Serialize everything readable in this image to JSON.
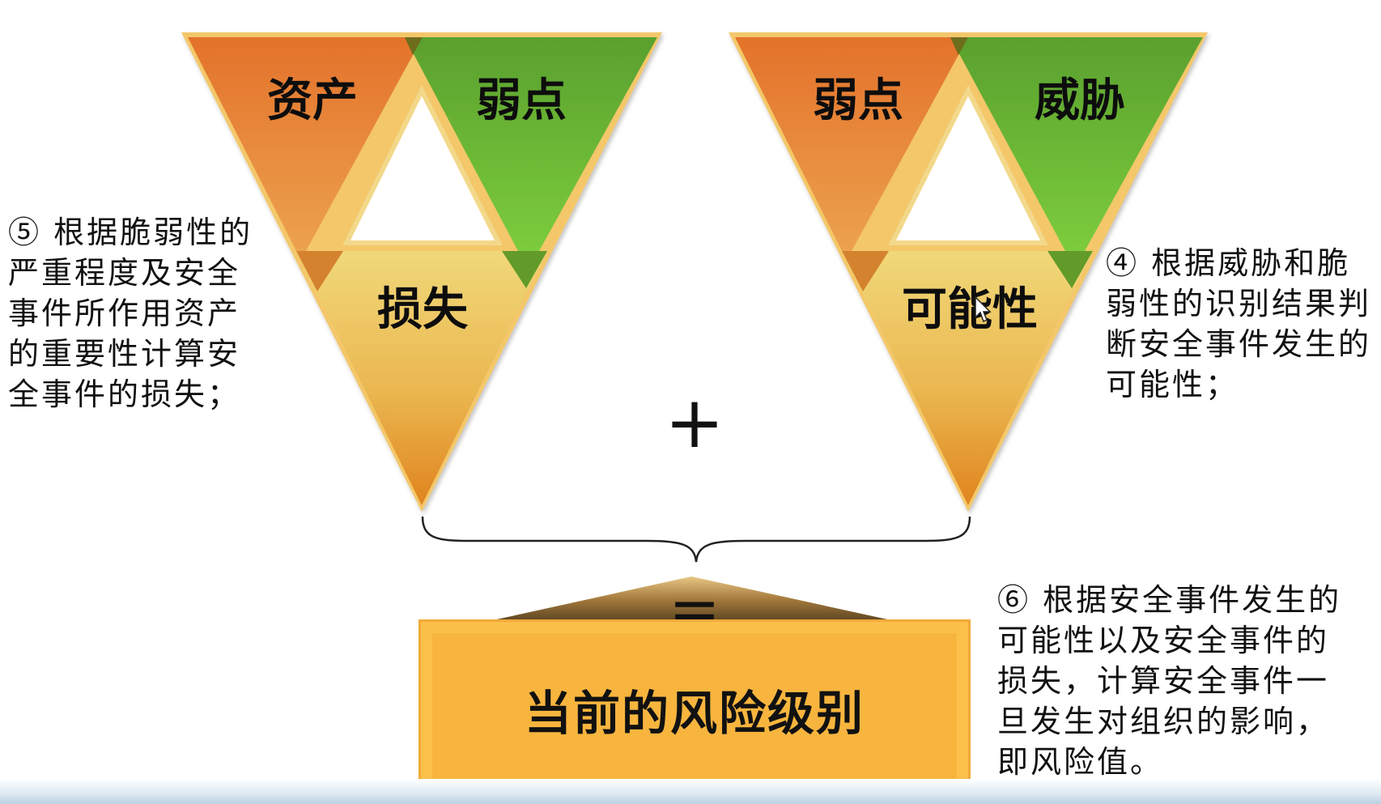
{
  "left_triangle": {
    "top_left_label": "资产",
    "top_right_label": "弱点",
    "bottom_label": "损失"
  },
  "right_triangle": {
    "top_left_label": "弱点",
    "top_right_label": "威胁",
    "bottom_label": "可能性"
  },
  "plus_sign": "+",
  "equals_sign": "=",
  "result_label": "当前的风险级别",
  "notes": {
    "step5": [
      "⑤ 根据脆弱性的",
      "严重程度及安全",
      "事件所作用资产",
      "的重要性计算安",
      "全事件的损失；"
    ],
    "step4": [
      "④ 根据威胁和脆",
      "弱性的识别结果判",
      "断安全事件发生的",
      "可能性；"
    ],
    "step6": [
      "⑥ 根据安全事件发生的",
      "可能性以及安全事件的",
      "损失，计算安全事件一",
      "旦发生对组织的影响，",
      "即风险值。"
    ]
  },
  "colors": {
    "orange": "#e5782e",
    "green": "#6fbf3a",
    "yellow": "#eed06a",
    "box": "#f7b53e"
  }
}
